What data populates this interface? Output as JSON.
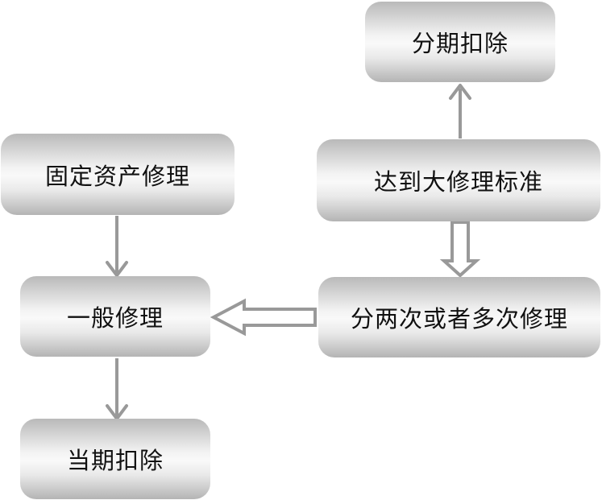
{
  "colors": {
    "arrow_stroke": "#999999",
    "text": "#111111"
  },
  "nodes": {
    "fenqi_kouchu": "分期扣除",
    "guding_zichan_xiuli": "固定资产修理",
    "da_xiuli_biaozhun": "达到大修理标准",
    "yiban_xiuli": "一般修理",
    "liang_ci_xiuli": "分两次或者多次修理",
    "dangqi_kouchu": "当期扣除"
  }
}
